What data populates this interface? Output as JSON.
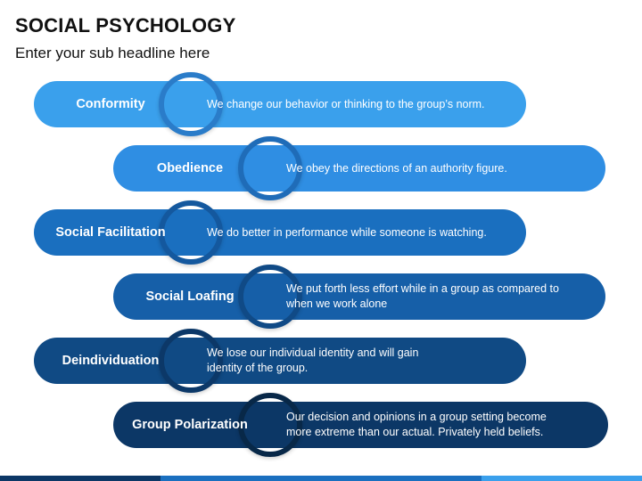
{
  "header": {
    "title": "SOCIAL PSYCHOLOGY",
    "subtitle": "Enter your sub headline here"
  },
  "items": [
    {
      "label": "Conformity",
      "desc_lines": [
        "We change our behavior or thinking to the group’s norm."
      ],
      "color": "#3aa0ec",
      "ring": "#2a7cc9"
    },
    {
      "label": "Obedience",
      "desc_lines": [
        "We obey the directions of an authority figure."
      ],
      "color": "#2f8ee3",
      "ring": "#1f6cb8"
    },
    {
      "label": "Social Facilitation",
      "desc_lines": [
        "We do better in performance while someone is watching."
      ],
      "color": "#1a6fbf",
      "ring": "#14589e"
    },
    {
      "label": "Social Loafing",
      "desc_lines": [
        "We put forth less effort while in a group as compared to",
        "when we work alone"
      ],
      "color": "#165fa8",
      "ring": "#104a86"
    },
    {
      "label": "Deindividuation",
      "desc_lines": [
        "We lose our individual identity and will gain",
        "identity of the group."
      ],
      "color": "#104a84",
      "ring": "#0c3868"
    },
    {
      "label": "Group Polarization",
      "desc_lines": [
        "Our decision and opinions in a group setting become",
        "more extreme than our actual. Privately held beliefs."
      ],
      "color": "#0c3766",
      "ring": "#082848"
    }
  ],
  "footer": {
    "colors": [
      "#0c3766",
      "#1a6fbf",
      "#3aa0ec"
    ]
  }
}
